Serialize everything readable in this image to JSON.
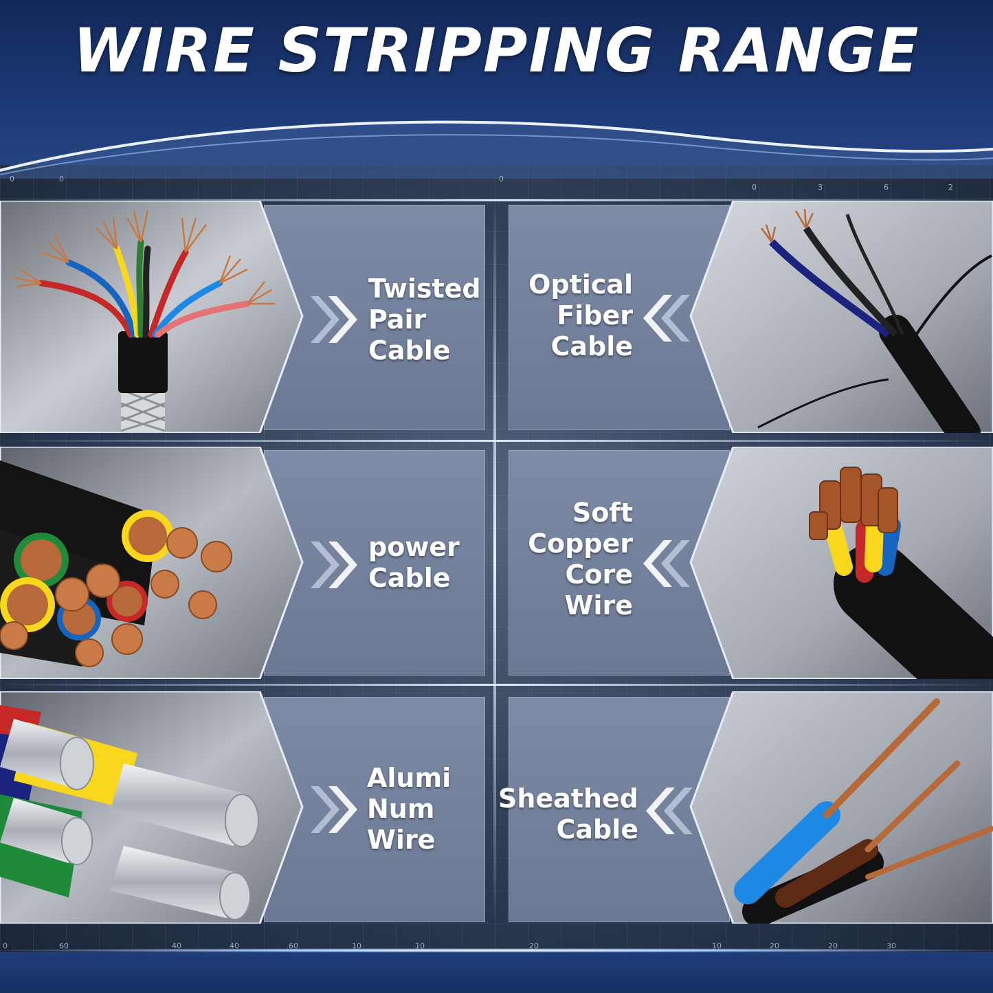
{
  "title": "WIRE STRIPPING RANGE",
  "colors": {
    "background_top": "#1d3b78",
    "panel": "#7385a0",
    "text": "#ffffff",
    "copper": "#c2703f",
    "aluminum": "#d9dde3"
  },
  "ruler_top": [
    "0",
    "0",
    "0",
    "0",
    "3",
    "6",
    "2"
  ],
  "ruler_bottom": [
    "0",
    "60",
    "40",
    "40",
    "60",
    "10",
    "10",
    "20",
    "10",
    "20",
    "20",
    "30"
  ],
  "items": [
    {
      "label": "Twisted\nPair\nCable",
      "icon": "twisted-pair-cable-photo"
    },
    {
      "label": "Optical\nFiber\nCable",
      "icon": "optical-fiber-cable-photo"
    },
    {
      "label": "power\nCable",
      "icon": "power-cable-photo"
    },
    {
      "label": "Soft\nCopper\nCore\nWire",
      "icon": "soft-copper-core-wire-photo"
    },
    {
      "label": "Alumi\nNum\nWire",
      "icon": "aluminum-wire-photo"
    },
    {
      "label": "Sheathed\nCable",
      "icon": "sheathed-cable-photo"
    }
  ]
}
